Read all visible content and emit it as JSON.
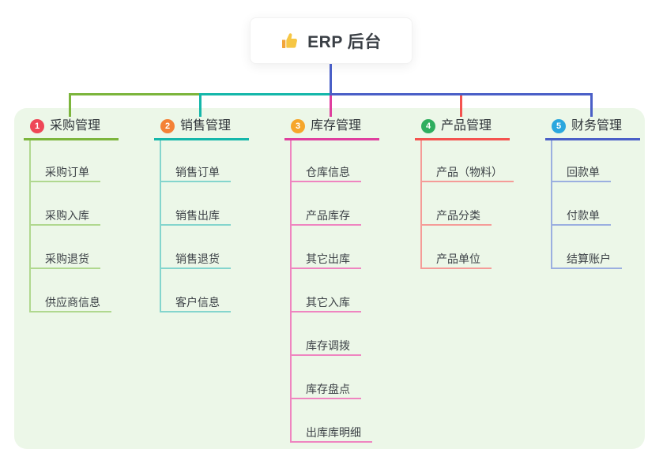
{
  "root": {
    "label": "ERP 后台",
    "icon": "thumbs-up-icon",
    "line_color": "#4a5fc7"
  },
  "panel": {
    "background": "#ecf7e8"
  },
  "branches": [
    {
      "number": "1",
      "label": "采购管理",
      "badge_color": "#ee4757",
      "line_color": "#7cb53c",
      "child_line_color": "#b0d88f",
      "children": [
        "采购订单",
        "采购入库",
        "采购退货",
        "供应商信息"
      ]
    },
    {
      "number": "2",
      "label": "销售管理",
      "badge_color": "#f48136",
      "line_color": "#15b7aa",
      "child_line_color": "#84d5cd",
      "children": [
        "销售订单",
        "销售出库",
        "销售退货",
        "客户信息"
      ]
    },
    {
      "number": "3",
      "label": "库存管理",
      "badge_color": "#f6a62b",
      "line_color": "#df3f9e",
      "child_line_color": "#ef85c0",
      "children": [
        "仓库信息",
        "产品库存",
        "其它出库",
        "其它入库",
        "库存调拨",
        "库存盘点",
        "出库库明细"
      ]
    },
    {
      "number": "4",
      "label": "产品管理",
      "badge_color": "#2fae5f",
      "line_color": "#f4534f",
      "child_line_color": "#f59c98",
      "children": [
        "产品（物料）",
        "产品分类",
        "产品单位"
      ]
    },
    {
      "number": "5",
      "label": "财务管理",
      "badge_color": "#2ba7de",
      "line_color": "#4a5fc7",
      "child_line_color": "#9bafe0",
      "children": [
        "回款单",
        "付款单",
        "结算账户"
      ]
    }
  ]
}
